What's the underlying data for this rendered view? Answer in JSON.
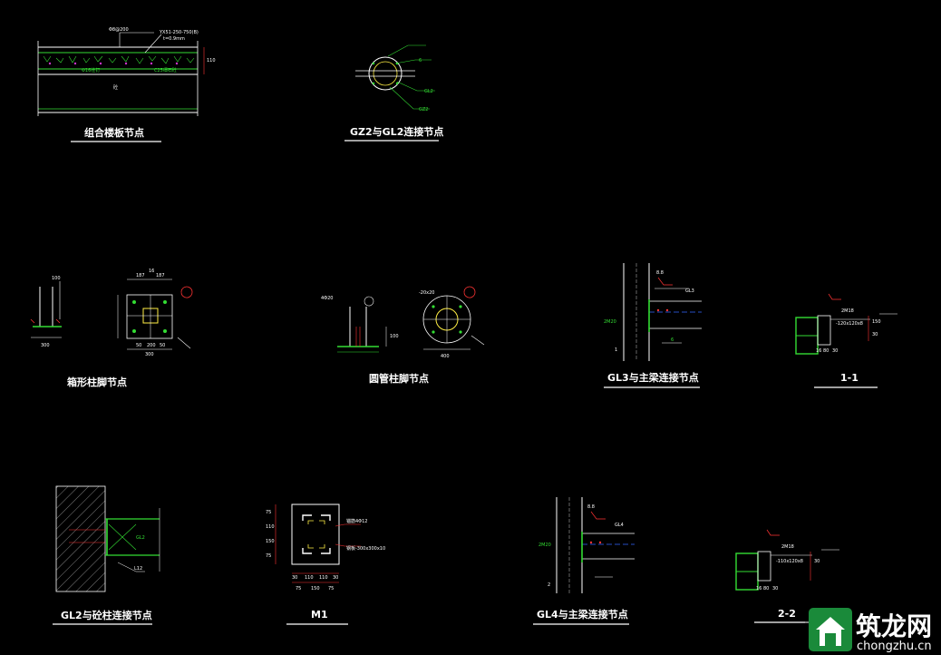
{
  "titles": {
    "slab": "组合楼板节点",
    "gz2_gl2": "GZ2与GL2连接节点",
    "box_base": "箱形柱脚节点",
    "pipe_base": "圆管柱脚节点",
    "gl3_beam": "GL3与主梁连接节点",
    "sec_1_1": "1-1",
    "gl2_col": "GL2与砼柱连接节点",
    "m1": "M1",
    "gl4_beam": "GL4与主梁连接节点",
    "sec_2_2": "2-2"
  },
  "slab_labels": {
    "bar": "Φ8@200",
    "deck": "YX51-250-750(B)",
    "t": "t=0.9mm",
    "conc": "砼",
    "thk": "110",
    "stud": "Φ16栓钉",
    "n": "C25细石砼"
  },
  "gz2_labels": {
    "a": "GL2",
    "b": "GZ2",
    "c": "6"
  },
  "box_dims": {
    "w": "300",
    "h1": "187",
    "h2": "187",
    "d1": "16",
    "d2": "100",
    "e1": "50",
    "e2": "200",
    "e3": "50",
    "e4": "300"
  },
  "pipe_dims": {
    "w": "400",
    "d": "-20x20",
    "h": "100",
    "tag": "4Φ20"
  },
  "gl3_labels": {
    "a": "8.8",
    "b": "GL3",
    "c": "6",
    "m": "1",
    "n": "2M20"
  },
  "sec11_dims": {
    "a": "2M18",
    "b": "-120x120x8",
    "c": "150",
    "d": "30",
    "e": "16",
    "f": "80",
    "g": "30"
  },
  "gl2c_labels": {
    "a": "GL2",
    "b": "L12"
  },
  "m1_dims": {
    "r1": "75",
    "r2": "75",
    "r3": "110",
    "r4": "150",
    "b1": "30",
    "b2": "110",
    "b3": "110",
    "b4": "30",
    "c1": "75",
    "c2": "150",
    "c3": "75",
    "note1": "锚筋4Φ12",
    "note2": "钢板-300x300x10"
  },
  "gl4_labels": {
    "a": "8.8",
    "b": "GL4",
    "m": "2",
    "n": "2M20"
  },
  "sec22_dims": {
    "a": "2M18",
    "b": "-110x120x8",
    "c": "30",
    "d": "16",
    "e": "80",
    "f": "30"
  },
  "watermark": {
    "cn": "筑龙网",
    "en": "chongzhu.cn"
  },
  "colors": {
    "background": "#000000",
    "line": "#ffffff",
    "accent": "#33dd33",
    "dim": "#ff3333",
    "hidden": "#3366ff",
    "yellow": "#ffee44",
    "magenta": "#cc33cc"
  }
}
